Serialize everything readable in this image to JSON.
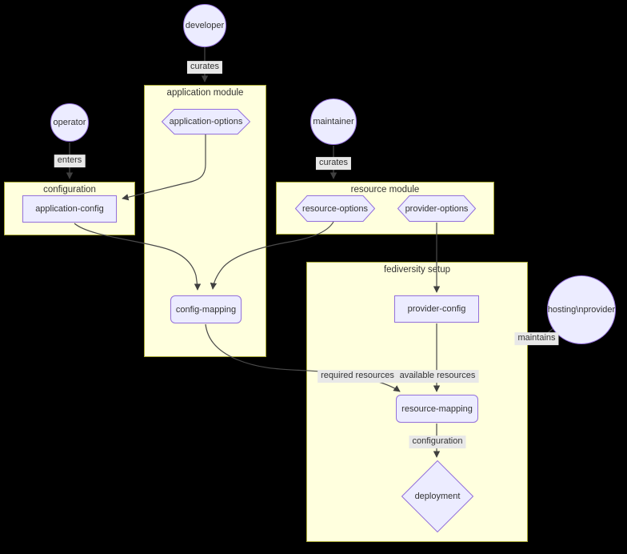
{
  "diagram": {
    "background": "#000000",
    "colors": {
      "node_fill": "#ECECFF",
      "node_border": "#9370DB",
      "cluster_fill": "#FFFFDE",
      "cluster_border": "#AAAA33",
      "edge_color": "#4A4A4A",
      "edge_label_bg": "#E8E8E8",
      "text_color": "#333333"
    },
    "clusters": [
      {
        "id": "application-module",
        "label": "application module"
      },
      {
        "id": "configuration",
        "label": "configuration"
      },
      {
        "id": "resource-module",
        "label": "resource module"
      },
      {
        "id": "fediversity-setup",
        "label": "fediversity setup"
      }
    ],
    "nodes": [
      {
        "id": "developer",
        "label": "developer",
        "shape": "circle"
      },
      {
        "id": "operator",
        "label": "operator",
        "shape": "circle"
      },
      {
        "id": "maintainer",
        "label": "maintainer",
        "shape": "circle"
      },
      {
        "id": "hosting-provider",
        "label": "hosting\\nprovider",
        "shape": "circle"
      },
      {
        "id": "application-options",
        "label": "application-options",
        "shape": "hexagon"
      },
      {
        "id": "resource-options",
        "label": "resource-options",
        "shape": "hexagon"
      },
      {
        "id": "provider-options",
        "label": "provider-options",
        "shape": "hexagon"
      },
      {
        "id": "application-config",
        "label": "application-config",
        "shape": "rect"
      },
      {
        "id": "config-mapping",
        "label": "config-mapping",
        "shape": "rounded-rect"
      },
      {
        "id": "provider-config",
        "label": "provider-config",
        "shape": "rect"
      },
      {
        "id": "resource-mapping",
        "label": "resource-mapping",
        "shape": "rounded-rect"
      },
      {
        "id": "deployment",
        "label": "deployment",
        "shape": "diamond"
      }
    ],
    "edges": [
      {
        "from": "developer",
        "to": "application module",
        "label": "curates"
      },
      {
        "from": "operator",
        "to": "configuration",
        "label": "enters"
      },
      {
        "from": "maintainer",
        "to": "resource module",
        "label": "curates"
      },
      {
        "from": "application-options",
        "to": "application-config",
        "label": ""
      },
      {
        "from": "application-config",
        "to": "config-mapping",
        "label": ""
      },
      {
        "from": "resource-options",
        "to": "config-mapping",
        "label": ""
      },
      {
        "from": "provider-options",
        "to": "provider-config",
        "label": ""
      },
      {
        "from": "config-mapping",
        "to": "resource-mapping",
        "label": "required resources"
      },
      {
        "from": "provider-config",
        "to": "resource-mapping",
        "label": "available resources"
      },
      {
        "from": "resource-mapping",
        "to": "deployment",
        "label": "configuration"
      },
      {
        "from": "hosting\\nprovider",
        "to": "fediversity setup",
        "label": "maintains"
      }
    ]
  }
}
